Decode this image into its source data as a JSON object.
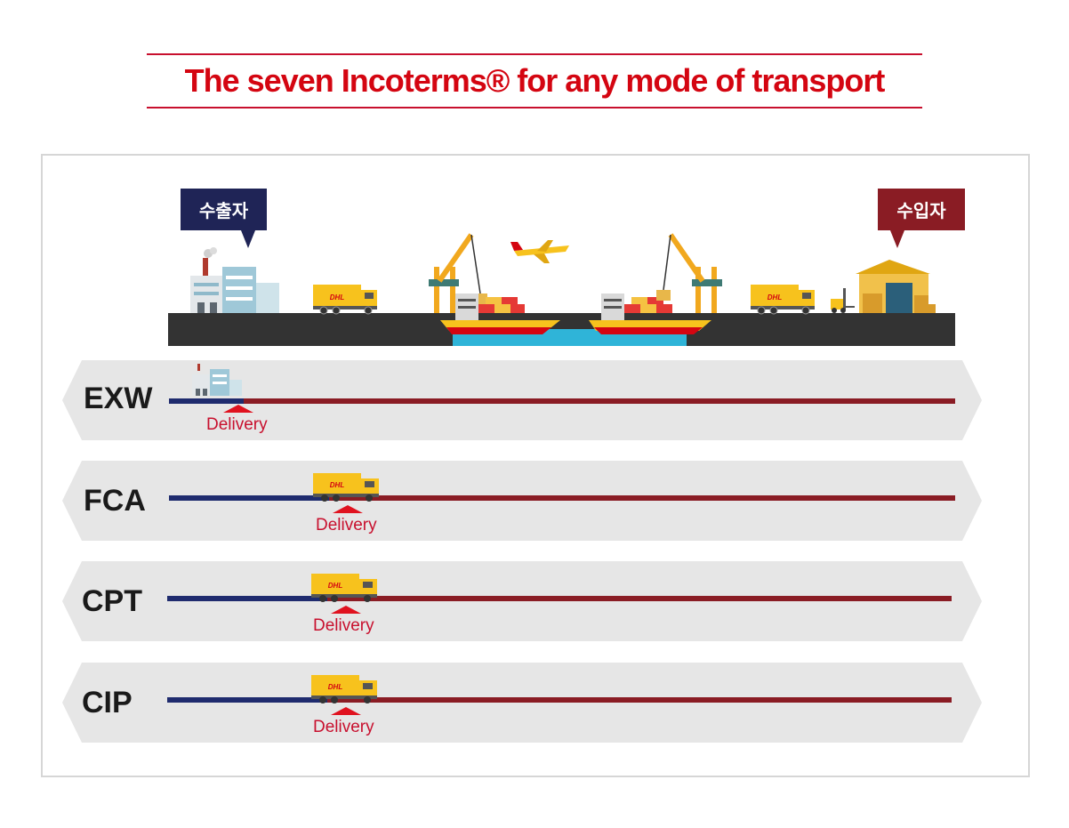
{
  "title": "The seven Incoterms® for any mode of transport",
  "callouts": {
    "exporter": "수출자",
    "importer": "수입자"
  },
  "rows": [
    {
      "term": "EXW",
      "delivery_label": "Delivery",
      "delivery_icon": "factory-icon"
    },
    {
      "term": "FCA",
      "delivery_label": "Delivery",
      "delivery_icon": "dhl-truck-icon"
    },
    {
      "term": "CPT",
      "delivery_label": "Delivery",
      "delivery_icon": "dhl-truck-icon"
    },
    {
      "term": "CIP",
      "delivery_label": "Delivery",
      "delivery_icon": "dhl-truck-icon"
    }
  ],
  "colors": {
    "title_red": "#d40511",
    "seller_blue": "#1f2b6e",
    "buyer_red": "#8a1c24",
    "dhl_yellow": "#f7c21d",
    "road": "#333333",
    "water": "#2fb4d8"
  }
}
